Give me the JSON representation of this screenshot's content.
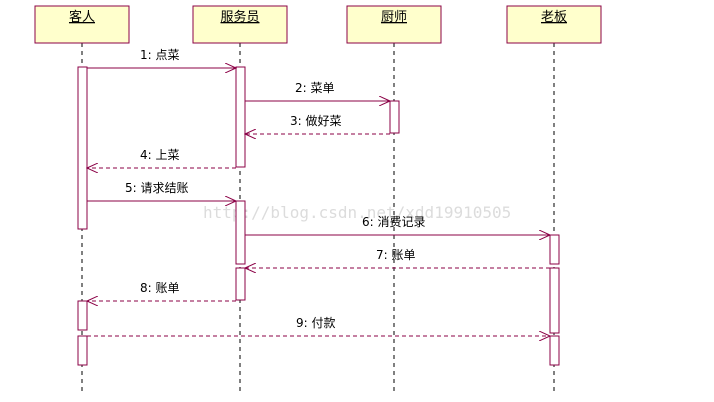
{
  "colors": {
    "box_fill": "#ffffcc",
    "line": "#8b0046",
    "lifeline": "#000000",
    "watermark": "#dcdcdc"
  },
  "participants": [
    {
      "id": "guest",
      "label": "客人"
    },
    {
      "id": "waiter",
      "label": "服务员"
    },
    {
      "id": "chef",
      "label": "厨师"
    },
    {
      "id": "boss",
      "label": "老板"
    }
  ],
  "messages": [
    {
      "from": "guest",
      "to": "waiter",
      "label": "1: 点菜",
      "style": "sync"
    },
    {
      "from": "waiter",
      "to": "chef",
      "label": "2: 菜单",
      "style": "sync"
    },
    {
      "from": "chef",
      "to": "waiter",
      "label": "3: 做好菜",
      "style": "return"
    },
    {
      "from": "waiter",
      "to": "guest",
      "label": "4: 上菜",
      "style": "return"
    },
    {
      "from": "guest",
      "to": "waiter",
      "label": "5: 请求结账",
      "style": "sync"
    },
    {
      "from": "waiter",
      "to": "boss",
      "label": "6: 消费记录",
      "style": "sync"
    },
    {
      "from": "boss",
      "to": "waiter",
      "label": "7: 账单",
      "style": "return"
    },
    {
      "from": "waiter",
      "to": "guest",
      "label": "8: 账单",
      "style": "return"
    },
    {
      "from": "guest",
      "to": "boss",
      "label": "9: 付款",
      "style": "return"
    }
  ],
  "watermark": "http://blog.csdn.net/xdd19910505"
}
